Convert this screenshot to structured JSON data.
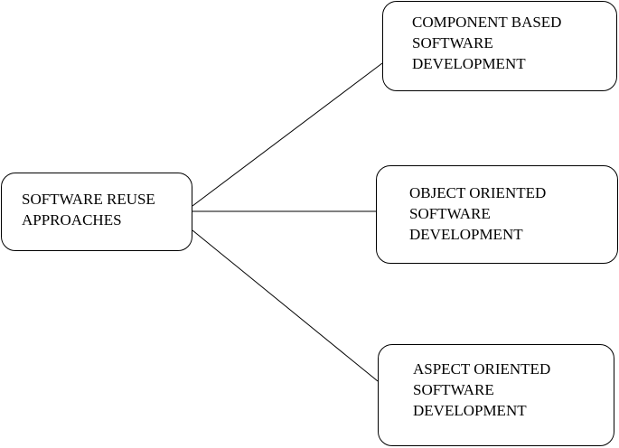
{
  "diagram": {
    "root": {
      "label": "SOFTWARE REUSE\nAPPROACHES"
    },
    "children": [
      {
        "label": "COMPONENT BASED\nSOFTWARE\nDEVELOPMENT"
      },
      {
        "label": "OBJECT ORIENTED\nSOFTWARE\nDEVELOPMENT"
      },
      {
        "label": "ASPECT ORIENTED\nSOFTWARE\nDEVELOPMENT"
      }
    ],
    "edges": [
      {
        "from": "root",
        "to": 0
      },
      {
        "from": "root",
        "to": 1
      },
      {
        "from": "root",
        "to": 2
      }
    ],
    "colors": {
      "line": "#000000",
      "background": "#ffffff"
    }
  }
}
